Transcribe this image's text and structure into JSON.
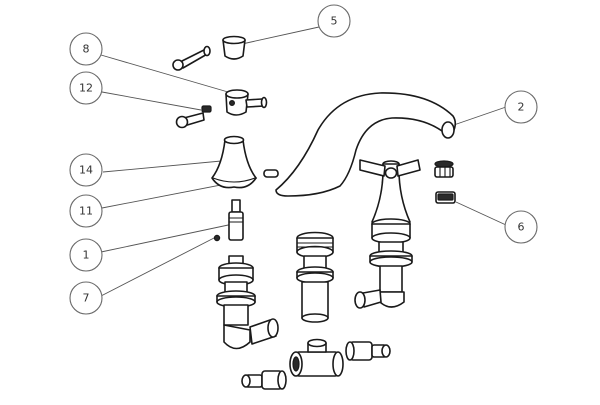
{
  "callouts": [
    {
      "label": "5"
    },
    {
      "label": "8"
    },
    {
      "label": "12"
    },
    {
      "label": "2"
    },
    {
      "label": "14"
    },
    {
      "label": "11"
    },
    {
      "label": "6"
    },
    {
      "label": "1"
    },
    {
      "label": "7"
    }
  ],
  "colors": {
    "line": "#1a1a1a",
    "callout_stroke": "#6a6a6a",
    "background": "#ffffff"
  }
}
